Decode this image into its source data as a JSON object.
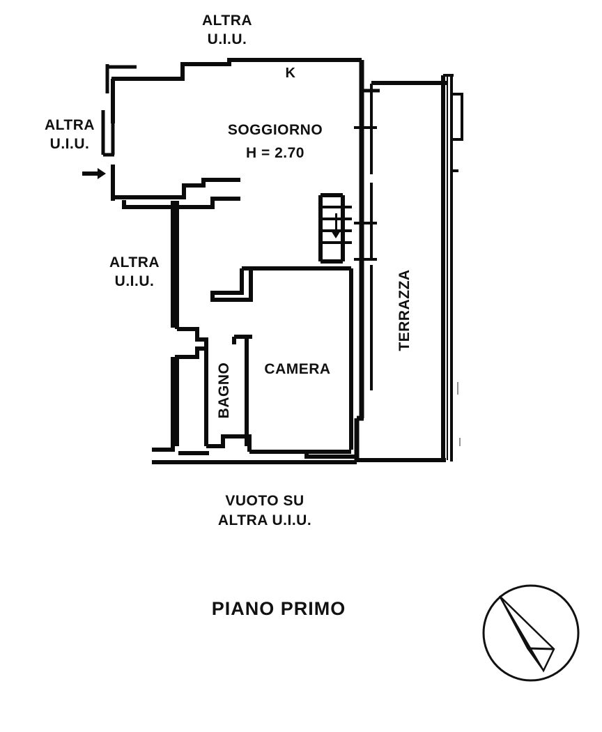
{
  "document": {
    "type": "architectural-floor-plan",
    "title": "PIANO PRIMO",
    "language": "it"
  },
  "title_label": "PIANO PRIMO",
  "rooms": {
    "soggiorno": {
      "name": "SOGGIORNO",
      "height_note": "H = 2.70"
    },
    "kitchen": {
      "name": "K"
    },
    "camera": {
      "name": "CAMERA"
    },
    "bagno": {
      "name": "BAGNO"
    },
    "terrazza": {
      "name": "TERRAZZA"
    }
  },
  "annotations": {
    "altra_top_line1": "ALTRA",
    "altra_top_line2": "U.I.U.",
    "altra_left_line1": "ALTRA",
    "altra_left_line2": "U.I.U.",
    "altra_mid_line1": "ALTRA",
    "altra_mid_line2": "U.I.U.",
    "vuoto_line1": "VUOTO SU",
    "vuoto_line2": "ALTRA U.I.U.",
    "entrance_arrow": "entrance-arrow",
    "stairs_arrow": "stairs-direction-arrow"
  },
  "compass": {
    "name": "north-compass-rose",
    "north_direction_deg": 345
  },
  "colors": {
    "ink": "#111111",
    "paper": "#ffffff",
    "wall": "#000000"
  }
}
